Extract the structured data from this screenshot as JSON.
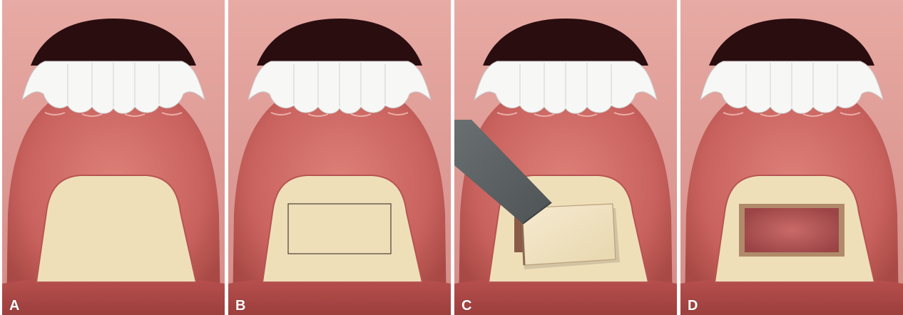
{
  "panels": [
    {
      "label": "A"
    },
    {
      "label": "B"
    },
    {
      "label": "C"
    },
    {
      "label": "D"
    }
  ],
  "colors": {
    "skin": "#e3a29c",
    "throat": "#2a0d0f",
    "teeth": "#f7f7f5",
    "gum": "#c9605c",
    "palate": "#b8504d",
    "bone": "#efdfb9",
    "blade": "#5f6466",
    "label": "#ffffff"
  }
}
